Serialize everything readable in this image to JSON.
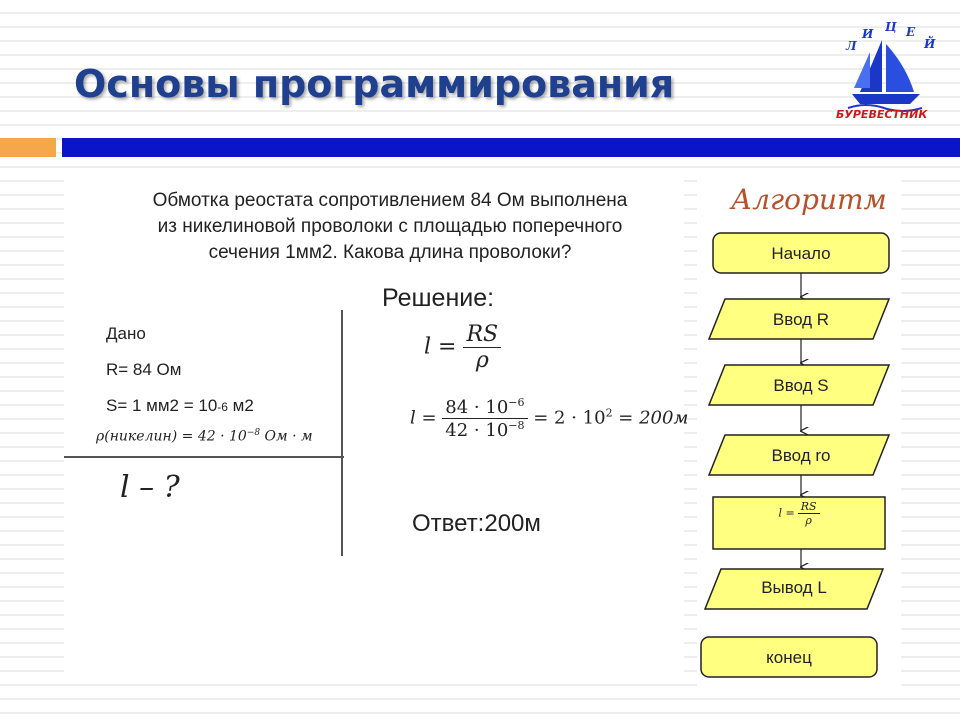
{
  "slide": {
    "title": "Основы программирования",
    "logo_text": "БУРЕВЕСТНИК",
    "logo_letters": [
      "Л",
      "И",
      "Ц",
      "Е",
      "Й"
    ]
  },
  "problem": {
    "lines": [
      "Обмотка реостата сопротивлением 84 Ом выполнена",
      "из никелиновой проволоки с площадью поперечного",
      "сечения 1мм2. Какова длина проволоки?"
    ]
  },
  "given": {
    "label": "Дано",
    "r": "R= 84 Ом",
    "s_prefix": "S= 1 мм2 = 10",
    "s_exp": "-6",
    "s_unit": " м2",
    "rho_prefix": "ρ(никелин) = 42 · 10",
    "rho_exp": "−8",
    "rho_unit": " Ом · м",
    "unknown": "l – ?"
  },
  "solution": {
    "heading": "Решение:",
    "f1_lhs": "l =",
    "f1_num": "RS",
    "f1_den": "ρ",
    "f2_lhs": "l =",
    "f2_num_base": "84 · 10",
    "f2_num_exp": "−6",
    "f2_den_base": "42 · 10",
    "f2_den_exp": "−8",
    "f2_rhs_a": "= 2 · 10",
    "f2_rhs_exp": "2",
    "f2_rhs_b": " = 200м",
    "answer": "Ответ:200м"
  },
  "flowchart": {
    "title": "Алгоритм",
    "start": "Начало",
    "input_r": "Ввод R",
    "input_s": "Ввод S",
    "input_ro": "Ввод ro",
    "process_lhs": "l =",
    "process_num": "RS",
    "process_den": "ρ",
    "output_l": "Вывод L",
    "end": "конец",
    "fill_color": "#ffff80",
    "stroke_color": "#222222"
  },
  "colors": {
    "title": "#1f3f8f",
    "accent_orange": "#f5a84a",
    "accent_blue": "#0a14c8",
    "flow_title": "#b5522b"
  }
}
